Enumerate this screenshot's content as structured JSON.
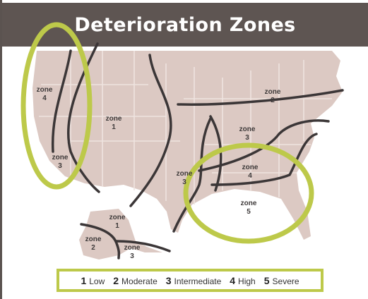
{
  "title": "Deterioration Zones",
  "zones": [
    {
      "id": "z4w",
      "word": "zone",
      "num": "4"
    },
    {
      "id": "z3w",
      "word": "zone",
      "num": "3"
    },
    {
      "id": "z1",
      "word": "zone",
      "num": "1"
    },
    {
      "id": "z2",
      "word": "zone",
      "num": "2"
    },
    {
      "id": "z3c",
      "word": "zone",
      "num": "3"
    },
    {
      "id": "z3m",
      "word": "zone",
      "num": "3"
    },
    {
      "id": "z4s",
      "word": "zone",
      "num": "4"
    },
    {
      "id": "z5",
      "word": "zone",
      "num": "5"
    },
    {
      "id": "ak1",
      "word": "zone",
      "num": "1"
    },
    {
      "id": "ak2",
      "word": "zone",
      "num": "2"
    },
    {
      "id": "ak3",
      "word": "zone",
      "num": "3"
    }
  ],
  "legend": [
    {
      "num": "1",
      "label": "Low"
    },
    {
      "num": "2",
      "label": "Moderate"
    },
    {
      "num": "3",
      "label": "Intermediate"
    },
    {
      "num": "4",
      "label": "High"
    },
    {
      "num": "5",
      "label": "Severe"
    }
  ],
  "colors": {
    "title_bar": "#5e5552",
    "land": "#dcc9c3",
    "state_border": "#efe4e0",
    "zone_line": "#3b3637",
    "highlight": "#bdc94a"
  }
}
